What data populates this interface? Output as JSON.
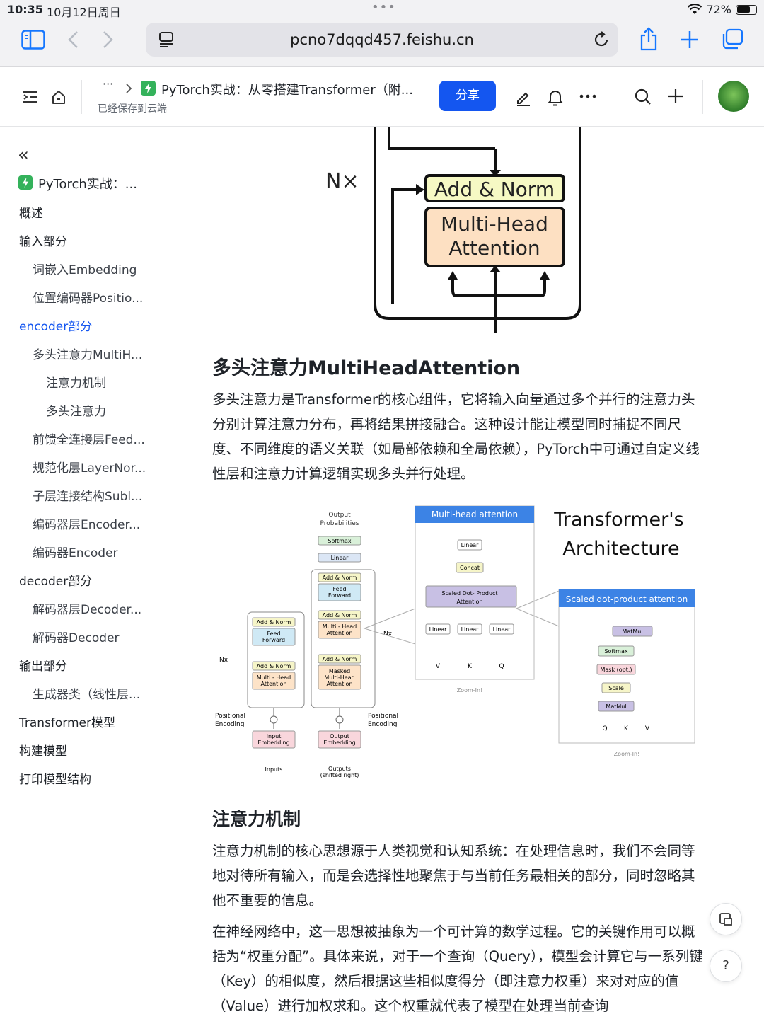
{
  "status": {
    "time": "10:35",
    "date": "10月12日周日",
    "dots": "•••",
    "battery": "72%",
    "battery_level": 0.72
  },
  "browser": {
    "url": "pcno7dqqd457.feishu.cn"
  },
  "doc": {
    "more": "···",
    "title": "PyTorch实战：从零搭建Transformer（附...",
    "saved": "已经保存到云端",
    "share": "分享"
  },
  "sidebar": {
    "collapse": "«",
    "items": [
      {
        "label": "PyTorch实战：..."
      },
      {
        "label": "概述"
      },
      {
        "label": "输入部分"
      },
      {
        "label": "词嵌入Embedding"
      },
      {
        "label": "位置编码器Positio..."
      },
      {
        "label": "encoder部分"
      },
      {
        "label": "多头注意力MultiH..."
      },
      {
        "label": "注意力机制"
      },
      {
        "label": "多头注意力"
      },
      {
        "label": "前馈全连接层Feed..."
      },
      {
        "label": "规范化层LayerNor..."
      },
      {
        "label": "子层连接结构Subl..."
      },
      {
        "label": "编码器层Encoder..."
      },
      {
        "label": "编码器Encoder"
      },
      {
        "label": "decoder部分"
      },
      {
        "label": "解码器层Decoder..."
      },
      {
        "label": "解码器Decoder"
      },
      {
        "label": "输出部分"
      },
      {
        "label": "生成器类（线性层..."
      },
      {
        "label": "Transformer模型"
      },
      {
        "label": "构建模型"
      },
      {
        "label": "打印模型结构"
      }
    ]
  },
  "fig1": {
    "nx": "N×",
    "add_norm": "Add & Norm",
    "mha1": "Multi-Head",
    "mha2": "Attention"
  },
  "section1": {
    "heading": "多头注意力MultiHeadAttention",
    "para": "多头注意力是Transformer的核心组件，它将输入向量通过多个并行的注意力头分别计算注意力分布，再将结果拼接融合。这种设计能让模型同时捕捉不同尺度、不同维度的语义关联（如局部依赖和全局依赖），PyTorch中可通过自定义线性层和注意力计算逻辑实现多头并行处理。"
  },
  "fig2": {
    "title1": "Transformer's",
    "title2": "Architecture",
    "out_prob1": "Output",
    "out_prob2": "Probabilities",
    "softmax": "Softmax",
    "linear": "Linear",
    "add_norm": "Add & Norm",
    "feed1": "Feed",
    "feed2": "Forward",
    "mha1": "Multi - Head",
    "mha2": "Attention",
    "masked1": "Masked",
    "masked2": "Multi-Head",
    "masked3": "Attention",
    "nx": "Nx",
    "pos1": "Positional",
    "pos2": "Encoding",
    "in_emb1": "Input",
    "in_emb2": "Embedding",
    "out_emb1": "Output",
    "out_emb2": "Embedding",
    "inputs": "Inputs",
    "outputs1": "Outputs",
    "outputs2": "(shifted right)",
    "mh_title": "Multi-head attention",
    "concat": "Concat",
    "sdp1": "Scaled Dot- Product",
    "sdp2": "Attention",
    "v": "V",
    "k": "K",
    "q": "Q",
    "zoom": "Zoom-In!",
    "sd_title": "Scaled dot-product attention",
    "matmul": "MatMul",
    "mask": "Mask (opt.)",
    "scale": "Scale"
  },
  "section2": {
    "heading": "注意力机制",
    "para1": "注意力机制的核心思想源于人类视觉和认知系统：在处理信息时，我们不会同等地对待所有输入，而是会选择性地聚焦于与当前任务最相关的部分，同时忽略其他不重要的信息。",
    "para2": "在神经网络中，这一思想被抽象为一个可计算的数学过程。它的关键作用可以概括为“权重分配”。具体来说，对于一个查询（Query），模型会计算它与一系列键（Key）的相似度，然后根据这些相似度得分（即注意力权重）来对对应的值（Value）进行加权求和。这个权重就代表了模型在处理当前查询"
  },
  "float_buttons": {
    "help": "?"
  }
}
